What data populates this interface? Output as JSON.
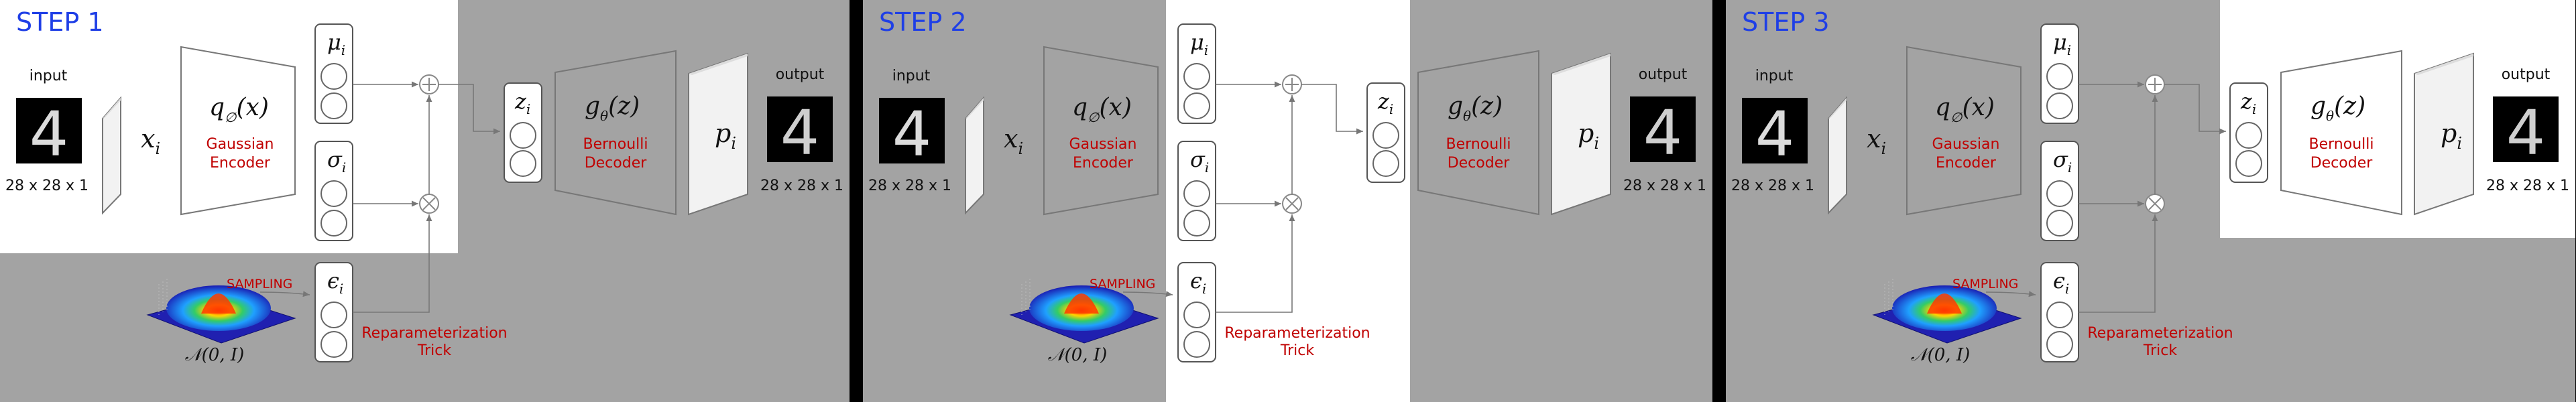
{
  "panels": [
    {
      "step": "STEP 1",
      "input_label": "input",
      "input_size": "28 x 28 x 1",
      "x_label": "x",
      "x_sub": "i",
      "encoder_formula": "q",
      "encoder_sub": "∅",
      "encoder_arg": "(x)",
      "encoder_name_1": "Gaussian",
      "encoder_name_2": "Encoder",
      "mu": "μ",
      "sigma": "σ",
      "epsilon": "ϵ",
      "var_sub": "i",
      "z": "z",
      "z_sub": "i",
      "decoder_formula": "g",
      "decoder_sub": "θ",
      "decoder_arg": "(z)",
      "decoder_name_1": "Bernoulli",
      "decoder_name_2": "Decoder",
      "p": "p",
      "p_sub": "i",
      "output_label": "output",
      "output_size": "28 x 28 x 1",
      "sampling": "SAMPLING",
      "normal": "𝒩(0, I)",
      "trick_1": "Reparameterization",
      "trick_2": "Trick",
      "digit": "4"
    },
    {
      "step": "STEP 2",
      "input_label": "input",
      "input_size": "28 x 28 x 1",
      "x_label": "x",
      "x_sub": "i",
      "encoder_formula": "q",
      "encoder_sub": "∅",
      "encoder_arg": "(x)",
      "encoder_name_1": "Gaussian",
      "encoder_name_2": "Encoder",
      "mu": "μ",
      "sigma": "σ",
      "epsilon": "ϵ",
      "var_sub": "i",
      "z": "z",
      "z_sub": "i",
      "decoder_formula": "g",
      "decoder_sub": "θ",
      "decoder_arg": "(z)",
      "decoder_name_1": "Bernoulli",
      "decoder_name_2": "Decoder",
      "p": "p",
      "p_sub": "i",
      "output_label": "output",
      "output_size": "28 x 28 x 1",
      "sampling": "SAMPLING",
      "normal": "𝒩(0, I)",
      "trick_1": "Reparameterization",
      "trick_2": "Trick",
      "digit": "4"
    },
    {
      "step": "STEP 3",
      "input_label": "input",
      "input_size": "28 x 28 x 1",
      "x_label": "x",
      "x_sub": "i",
      "encoder_formula": "q",
      "encoder_sub": "∅",
      "encoder_arg": "(x)",
      "encoder_name_1": "Gaussian",
      "encoder_name_2": "Encoder",
      "mu": "μ",
      "sigma": "σ",
      "epsilon": "ϵ",
      "var_sub": "i",
      "z": "z",
      "z_sub": "i",
      "decoder_formula": "g",
      "decoder_sub": "θ",
      "decoder_arg": "(z)",
      "decoder_name_1": "Bernoulli",
      "decoder_name_2": "Decoder",
      "p": "p",
      "p_sub": "i",
      "output_label": "output",
      "output_size": "28 x 28 x 1",
      "sampling": "SAMPLING",
      "normal": "𝒩(0, I)",
      "trick_1": "Reparameterization",
      "trick_2": "Trick",
      "digit": "4"
    }
  ],
  "colors": {
    "panel_gray": "#a3a3a3",
    "highlight": "#ffffff",
    "divider": "#000000",
    "step_text": "#1f3fe6",
    "red_text": "#c00000",
    "stroke": "#777777"
  }
}
